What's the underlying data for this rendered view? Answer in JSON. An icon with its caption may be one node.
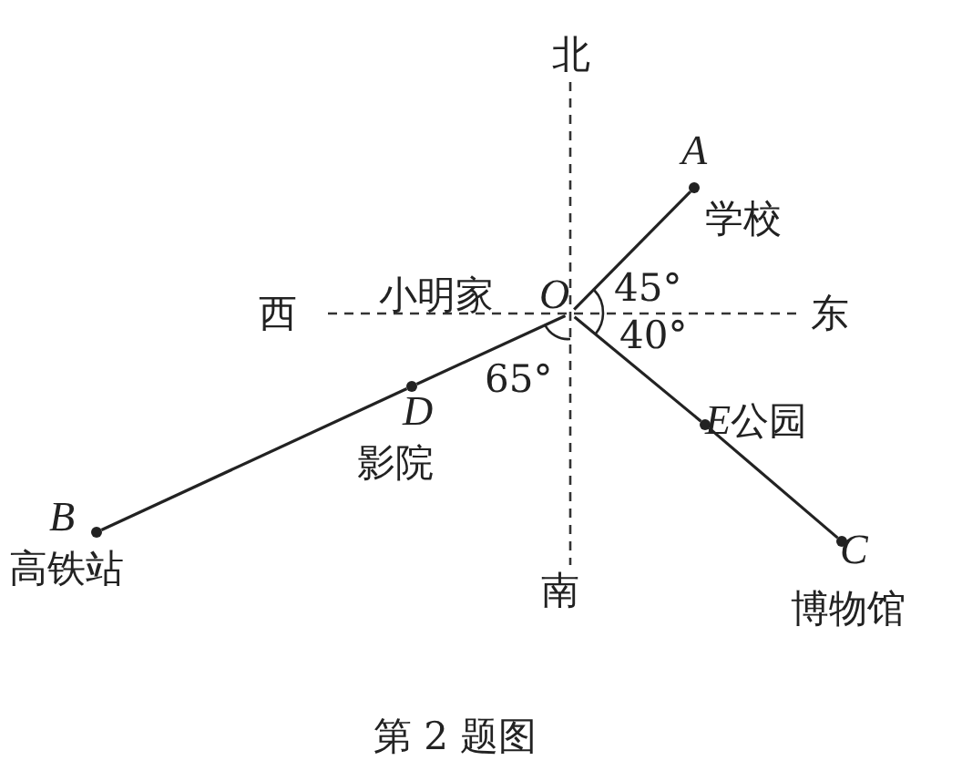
{
  "diagram": {
    "caption": "第 2 题图",
    "nodes": [
      {
        "text": [
          "小明家",
          "O"
        ]
      },
      {
        "text": [
          "A",
          "学校"
        ]
      },
      {
        "text": [
          "D",
          "影院"
        ]
      },
      {
        "text": [
          "E",
          "公园"
        ]
      },
      {
        "text": [
          "B",
          "高铁站"
        ]
      },
      {
        "text": [
          "C",
          "博物馆"
        ]
      }
    ],
    "edges": [
      {
        "from": 0,
        "to": 1,
        "arrow": "none"
      },
      {
        "from": 0,
        "to": 2,
        "arrow": "none"
      },
      {
        "from": 2,
        "to": 4,
        "arrow": "none"
      },
      {
        "from": 0,
        "to": 3,
        "arrow": "none"
      },
      {
        "from": 3,
        "to": 5,
        "arrow": "none"
      }
    ],
    "labels": [
      "北",
      "西",
      "东",
      "45°",
      "40°",
      "65°",
      "南"
    ]
  }
}
